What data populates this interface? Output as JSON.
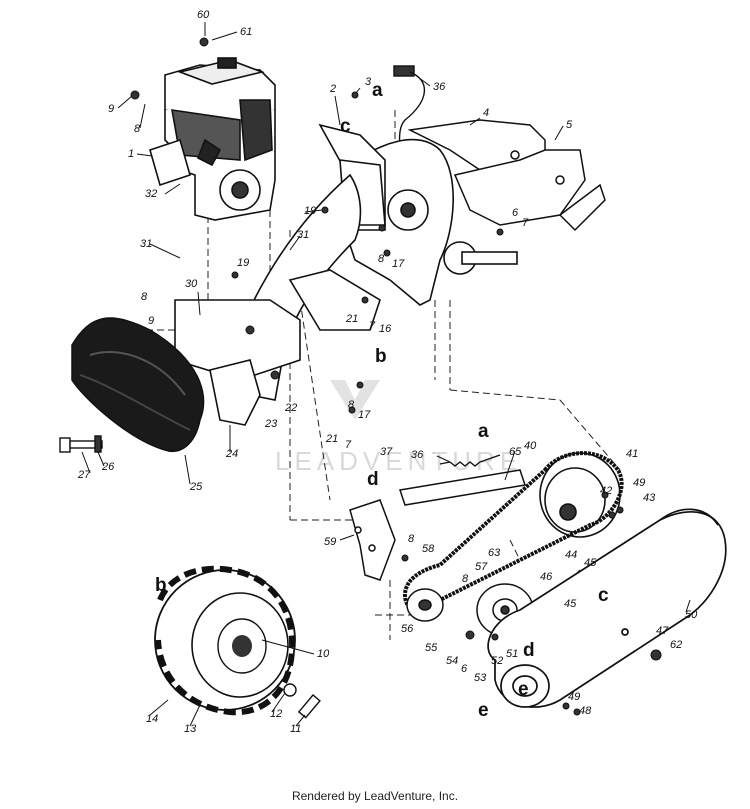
{
  "watermark": "LEADVENTURE",
  "footer": "Rendered by LeadVenture, Inc.",
  "callouts": {
    "n60": "60",
    "n61": "61",
    "n36a": "36",
    "n3": "3",
    "n2": "2",
    "n9a": "9",
    "n8a": "8",
    "n1": "1",
    "n32": "32",
    "n4": "4",
    "n5": "5",
    "n6a": "6",
    "n7a": "7",
    "n19a": "19",
    "n31a": "31",
    "n31b": "31",
    "n19b": "19",
    "n8b": "8",
    "n17a": "17",
    "n30": "30",
    "n8c": "8",
    "n9b": "9",
    "n21a": "21",
    "n7b": "7",
    "n16": "16",
    "n22": "22",
    "n23": "23",
    "n8d": "8",
    "n17b": "17",
    "n21b": "21",
    "n7c": "7",
    "n24": "24",
    "n25": "25",
    "n27": "27",
    "n26": "26",
    "n37": "37",
    "n36b": "36",
    "n65": "65",
    "n40": "40",
    "n41": "41",
    "n42": "42",
    "n49a": "49",
    "n43": "43",
    "n59": "59",
    "n8e": "8",
    "n58": "58",
    "n63": "63",
    "n44": "44",
    "n45a": "45",
    "n8f": "8",
    "n57": "57",
    "n46": "46",
    "n45b": "45",
    "n56": "56",
    "n55": "55",
    "n54": "54",
    "n6b": "6",
    "n53": "53",
    "n52": "52",
    "n51": "51",
    "n50": "50",
    "n47": "47",
    "n62": "62",
    "n49b": "49",
    "n48": "48",
    "n10": "10",
    "n14": "14",
    "n13": "13",
    "n12": "12",
    "n11": "11"
  },
  "letters": {
    "a1": "a",
    "c1": "c",
    "b1": "b",
    "a2": "a",
    "d1": "d",
    "b2": "b",
    "c2": "c",
    "d2": "d",
    "e1": "e",
    "e2": "e"
  }
}
